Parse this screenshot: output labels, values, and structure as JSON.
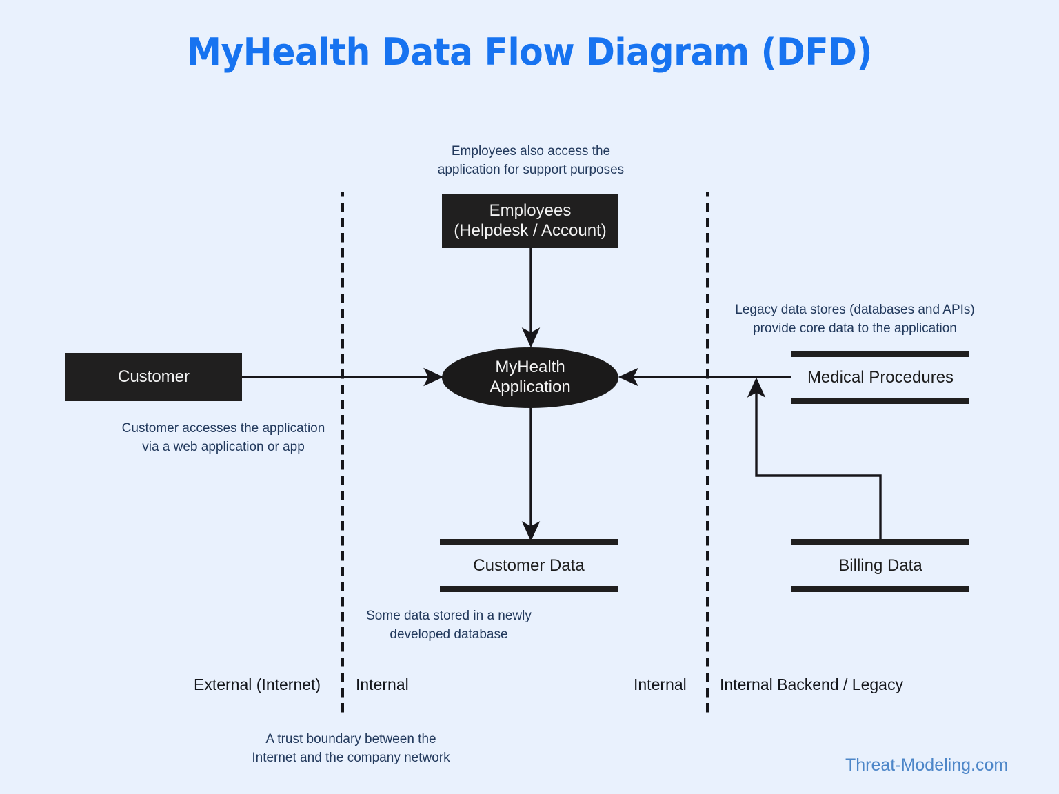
{
  "page": {
    "title": "MyHealth Data Flow Diagram (DFD)",
    "background_color": "#e9f1fd",
    "title_color": "#1773f0",
    "shape_color": "#201f1f",
    "annotation_color": "#22395c",
    "footer_color": "#4d86c8"
  },
  "footer": {
    "text": "Threat-Modeling.com"
  },
  "nodes": {
    "customer": {
      "label": "Customer",
      "type": "external-entity"
    },
    "employees": {
      "label": "Employees\n(Helpdesk / Account)",
      "line1": "Employees",
      "line2": "(Helpdesk / Account)",
      "type": "external-entity"
    },
    "application": {
      "line1": "MyHealth",
      "line2": "Application",
      "label": "MyHealth Application",
      "type": "process"
    },
    "customer_data": {
      "label": "Customer Data",
      "type": "data-store"
    },
    "medical_procedures": {
      "label": "Medical Procedures",
      "type": "data-store"
    },
    "billing_data": {
      "label": "Billing Data",
      "type": "data-store"
    }
  },
  "annotations": {
    "employees_note": "Employees also access the\napplication for support purposes",
    "legacy_note": "Legacy data stores (databases and APIs)\nprovide core data to the application",
    "customer_note": "Customer accesses the application\nvia a web application or app",
    "customer_data_note": "Some data stored in a newly\ndeveloped database",
    "trust_boundary_note": "A trust boundary between the\nInternet and the company network"
  },
  "trust_zones": {
    "external": "External (Internet)",
    "internal_left": "Internal",
    "internal_right": "Internal",
    "backend": "Internal Backend / Legacy"
  },
  "flows": [
    {
      "from": "customer",
      "to": "application",
      "direction": "right"
    },
    {
      "from": "employees",
      "to": "application",
      "direction": "down"
    },
    {
      "from": "application",
      "to": "customer_data",
      "direction": "down"
    },
    {
      "from": "medical_procedures",
      "to": "application",
      "direction": "left"
    },
    {
      "from": "billing_data",
      "to": "application",
      "direction": "up-left"
    }
  ]
}
